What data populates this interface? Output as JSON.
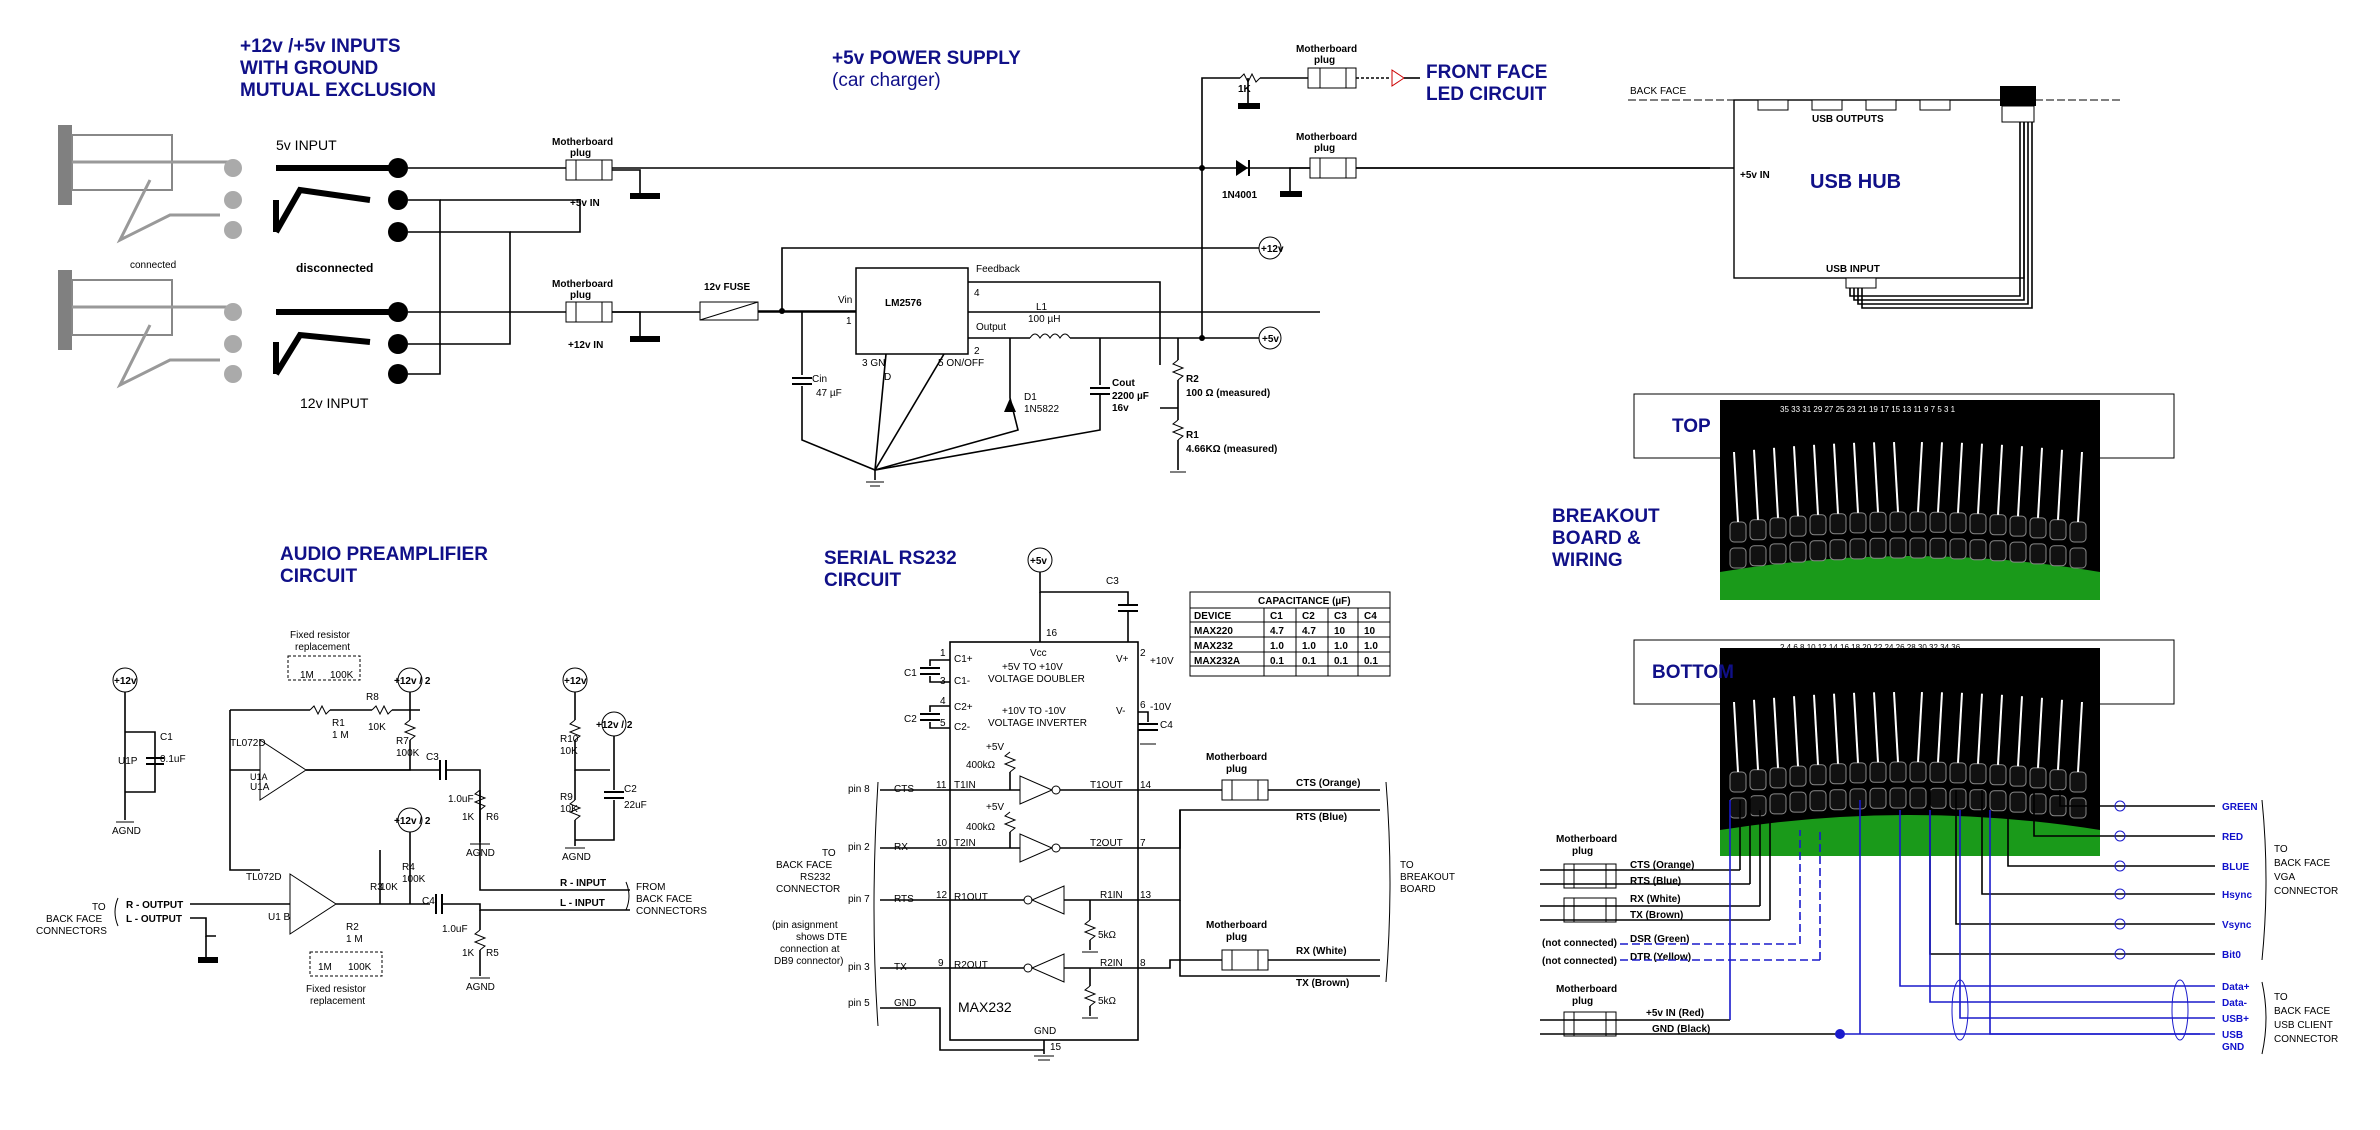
{
  "headings": {
    "inputs": [
      "+12v /+5v INPUTS",
      "WITH GROUND",
      "MUTUAL EXCLUSION"
    ],
    "psu": [
      "+5v POWER SUPPLY",
      "(car charger)"
    ],
    "led": [
      "FRONT FACE",
      "LED CIRCUIT"
    ],
    "audio": [
      "AUDIO PREAMPLIFIER",
      "CIRCUIT"
    ],
    "serial": [
      "SERIAL RS232",
      "CIRCUIT"
    ],
    "breakout": [
      "BREAKOUT",
      "BOARD &",
      "WIRING"
    ]
  },
  "inputs": {
    "in5": "5v INPUT",
    "in12": "12v INPUT",
    "connected": "connected",
    "disconnected": "disconnected"
  },
  "psu": {
    "mb_plug": "Motherboard plug",
    "mb_plug_a": "Motherboard",
    "mb_plug_b": "plug",
    "in5": "+5v IN",
    "in12": "+12v IN",
    "fuse": "12v FUSE",
    "vin": "Vin",
    "vin_pin": "1",
    "chip": "LM2576",
    "feedback": "Feedback",
    "fb_pin": "4",
    "output": "Output",
    "out_pin": "2",
    "gnd": "3 GN",
    "gnd2": "D",
    "onoff": "5 ON/OFF",
    "l1": "L1",
    "l1v": "100 µH",
    "cin": "Cin",
    "cinv": "47 µF",
    "cout": "Cout",
    "coutv": "2200 µF",
    "coutv2": "16v",
    "d1": "D1",
    "d1v": "1N5822",
    "r2": "R2",
    "r2v": "100 Ω (measured)",
    "r1": "R1",
    "r1v": "4.66KΩ (measured)",
    "p12": "+12v",
    "p5": "+5v",
    "diode": "1N4001",
    "r1k": "1K"
  },
  "hub": {
    "back_face": "BACK FACE",
    "usb_outputs": "USB OUTPUTS",
    "title": "USB HUB",
    "in5": "+5v IN",
    "usb_input": "USB INPUT"
  },
  "audio": {
    "p12": "+12v",
    "p12h": "+12v / 2",
    "c1": "C1",
    "c1v": "0.1uF",
    "u1p": "U1P",
    "agnd": "AGND",
    "fixed1": "Fixed resistor",
    "fixed2": "replacement",
    "r1m": "1M",
    "r100k": "100K",
    "r8": "R8",
    "r10k": "10K",
    "r1": "R1",
    "r1mv": "1 M",
    "r7": "R7",
    "r7v": "100K",
    "tl1": "TL072D",
    "u1a": "U1A",
    "c3": "C3",
    "c3v": "1.0uF",
    "r6": "R6",
    "r6v": "1K",
    "tl2": "TL072D",
    "u1b": "U1 B",
    "r3": "R3",
    "r3v": "10K",
    "r4": "R4",
    "r4v": "100K",
    "r2": "R2",
    "r2v": "1 M",
    "c4": "C4",
    "c4v": "1.0uF",
    "r5": "R5",
    "r5v": "1K",
    "r10": "R10",
    "r10v": "10K",
    "r9": "R9",
    "r9v": "10K",
    "c2": "C2",
    "c2v": "22uF",
    "to": "TO",
    "back_face": "BACK FACE",
    "connectors": "CONNECTORS",
    "r_out": "R - OUTPUT",
    "l_out": "L - OUTPUT",
    "r_in": "R - INPUT",
    "l_in": "L - INPUT",
    "from": "FROM",
    "from2": "BACK FACE",
    "from3": "CONNECTORS"
  },
  "serial": {
    "p5": "+5v",
    "c3": "C3",
    "pin16": "16",
    "vcc": "Vcc",
    "doubler1": "+5V TO +10V",
    "doubler2": "VOLTAGE DOUBLER",
    "inverter1": "+10V TO -10V",
    "inverter2": "VOLTAGE INVERTER",
    "c1": "C1",
    "c2": "C2",
    "c1p": "C1+",
    "c1m": "C1-",
    "c2p": "C2+",
    "c2m": "C2-",
    "vp": "V+",
    "vm": "V-",
    "p10": "+10V",
    "m10": "-10V",
    "c4": "C4",
    "pin1": "1",
    "pin2": "2",
    "pin3": "3",
    "pin4": "4",
    "pin5": "5",
    "pin6": "6",
    "pin11": "11",
    "pin10": "10",
    "pin12": "12",
    "pin9": "9",
    "pin14": "14",
    "pin7": "7",
    "pin13": "13",
    "pin8": "8",
    "pin15": "15",
    "p5v": "+5V",
    "r400k": "400kΩ",
    "r5k": "5kΩ",
    "t1in": "T1IN",
    "t2in": "T2IN",
    "r1out": "R1OUT",
    "r2out": "R2OUT",
    "t1out": "T1OUT",
    "t2out": "T2OUT",
    "r1in": "R1IN",
    "r2in": "R2IN",
    "chip": "MAX232",
    "gnd": "GND",
    "db_pin8": "pin 8",
    "db_pin2": "pin 2",
    "db_pin7": "pin 7",
    "db_pin3": "pin 3",
    "db_pin5": "pin 5",
    "cts": "CTS",
    "rx": "RX",
    "rts": "RTS",
    "tx": "TX",
    "gndl": "GND",
    "to": [
      "TO",
      "BACK FACE",
      "RS232",
      "CONNECTOR"
    ],
    "note": [
      "(pin asignment",
      "shows DTE",
      "connection at",
      "DB9 connector)"
    ],
    "mb": "Motherboard",
    "mb2": "plug",
    "cts_o": "CTS (Orange)",
    "rts_b": "RTS (Blue)",
    "rx_w": "RX (White)",
    "tx_b": "TX (Brown)",
    "to_bb": [
      "TO",
      "BREAKOUT",
      "BOARD"
    ]
  },
  "cap_table": {
    "title": "CAPACITANCE (µF)",
    "headers": [
      "DEVICE",
      "C1",
      "C2",
      "C3",
      "C4"
    ],
    "rows": [
      [
        "MAX220",
        "4.7",
        "4.7",
        "10",
        "10"
      ],
      [
        "MAX232",
        "1.0",
        "1.0",
        "1.0",
        "1.0"
      ],
      [
        "MAX232A",
        "0.1",
        "0.1",
        "0.1",
        "0.1"
      ]
    ]
  },
  "breakout": {
    "top": "TOP",
    "bottom": "BOTTOM",
    "top_pins": "35 33 31 29 27 25 23 21 19      17 15 13 11 9 7 5 3 1",
    "bottom_pins": "2  4  6  8 10 12 14 16 18        20 22 24 26 28 30 32 34 36",
    "mb": "Motherboard",
    "mb2": "plug",
    "cts_o": "CTS (Orange)",
    "rts_b": "RTS (Blue)",
    "rx_w": "RX (White)",
    "tx_b": "TX (Brown)",
    "dsr": "DSR (Green)",
    "dtr": "DTR (Yellow)",
    "nc": "(not connected)",
    "p5red": "+5v IN (Red)",
    "gndblack": "GND (Black)",
    "vga": [
      "GREEN",
      "RED",
      "BLUE",
      "Hsync",
      "Vsync",
      "Bit0"
    ],
    "usb": [
      "Data+",
      "Data-",
      "USB+",
      "USB",
      "GND"
    ],
    "to_vga": [
      "TO",
      "BACK FACE",
      "VGA",
      "CONNECTOR"
    ],
    "to_usb": [
      "TO",
      "BACK FACE",
      "USB CLIENT",
      "CONNECTOR"
    ]
  }
}
